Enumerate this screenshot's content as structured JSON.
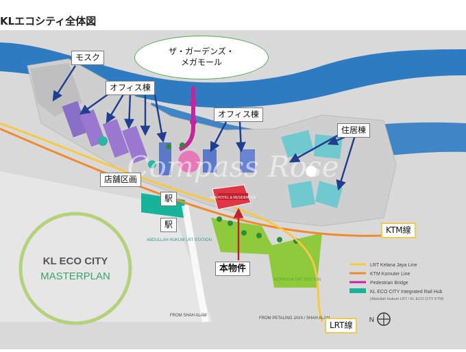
{
  "title": "KLエコシティ全体図",
  "callouts": {
    "mosque": "モスク",
    "office_left": "オフィス棟",
    "office_right": "オフィス棟",
    "residential": "住居棟",
    "retail": "店舗区画",
    "station1": "駅",
    "station2": "駅",
    "ktm": "KTM線",
    "lrt": "LRT線",
    "property": "本物件",
    "mall_line1": "ザ・ガーデンズ・",
    "mall_line2": "メガモール"
  },
  "masterplan": {
    "line1": "KL ECO CITY",
    "line2": "MASTERPLAN"
  },
  "map_labels": {
    "property_tag": "KLA HOTEL & RESIDENCES",
    "abdullah_station": "ABDULLAH HUKUM LRT STATION",
    "kerinchi_station": "KERINCHI LRT STATION",
    "from_shah_alam": "FROM SHAH ALAM",
    "from_petaling": "FROM PETALING JAYA / SHAH ALAM",
    "north": "N",
    "watermark": "Compass Rose"
  },
  "legend": [
    {
      "label": "LRT Kelana Jaya Line",
      "color": "#f6c940",
      "kind": "line"
    },
    {
      "label": "KTM Komuter Line",
      "color": "#f08a2c",
      "kind": "line"
    },
    {
      "label": "Pedestrian Bridge",
      "color": "#c5259a",
      "kind": "line"
    },
    {
      "label": "KL ECO CITY Integrated Rail Hub",
      "color": "#17b39a",
      "kind": "box"
    },
    {
      "label": "(Abdullah Hukum LRT / KL ECO CITY KTM)",
      "color": "#17b39a",
      "kind": "sub"
    }
  ],
  "colors": {
    "water": "#2f7bc2",
    "land": "#d6d6d6",
    "green": "#8fca3c",
    "ktm": "#f08a2c",
    "lrt": "#f6c940",
    "bridge": "#c5259a",
    "office": "#5b78c9",
    "residential": "#6fc9cf",
    "arrow": "#203f8f",
    "property": "#c0222e"
  }
}
